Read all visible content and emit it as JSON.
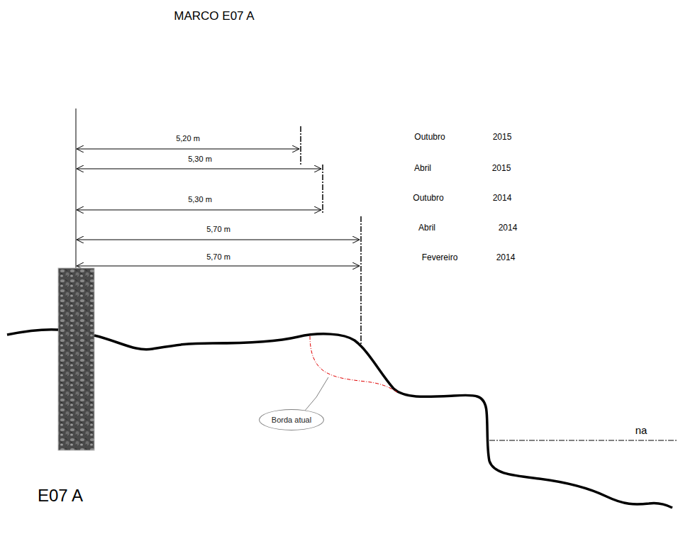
{
  "diagram": {
    "title": "MARCO E07 A",
    "nodes": [
      {
        "text": [
          "Borda atual"
        ]
      }
    ],
    "labels": [
      "5,20 m",
      "5,30 m",
      "5,30 m",
      "5,70 m",
      "5,70 m",
      "Outubro",
      "2015",
      "Abril",
      "2015",
      "Outubro",
      "2014",
      "Abril",
      "2014",
      "Fevereiro",
      "2014",
      "na",
      "E07 A"
    ]
  }
}
